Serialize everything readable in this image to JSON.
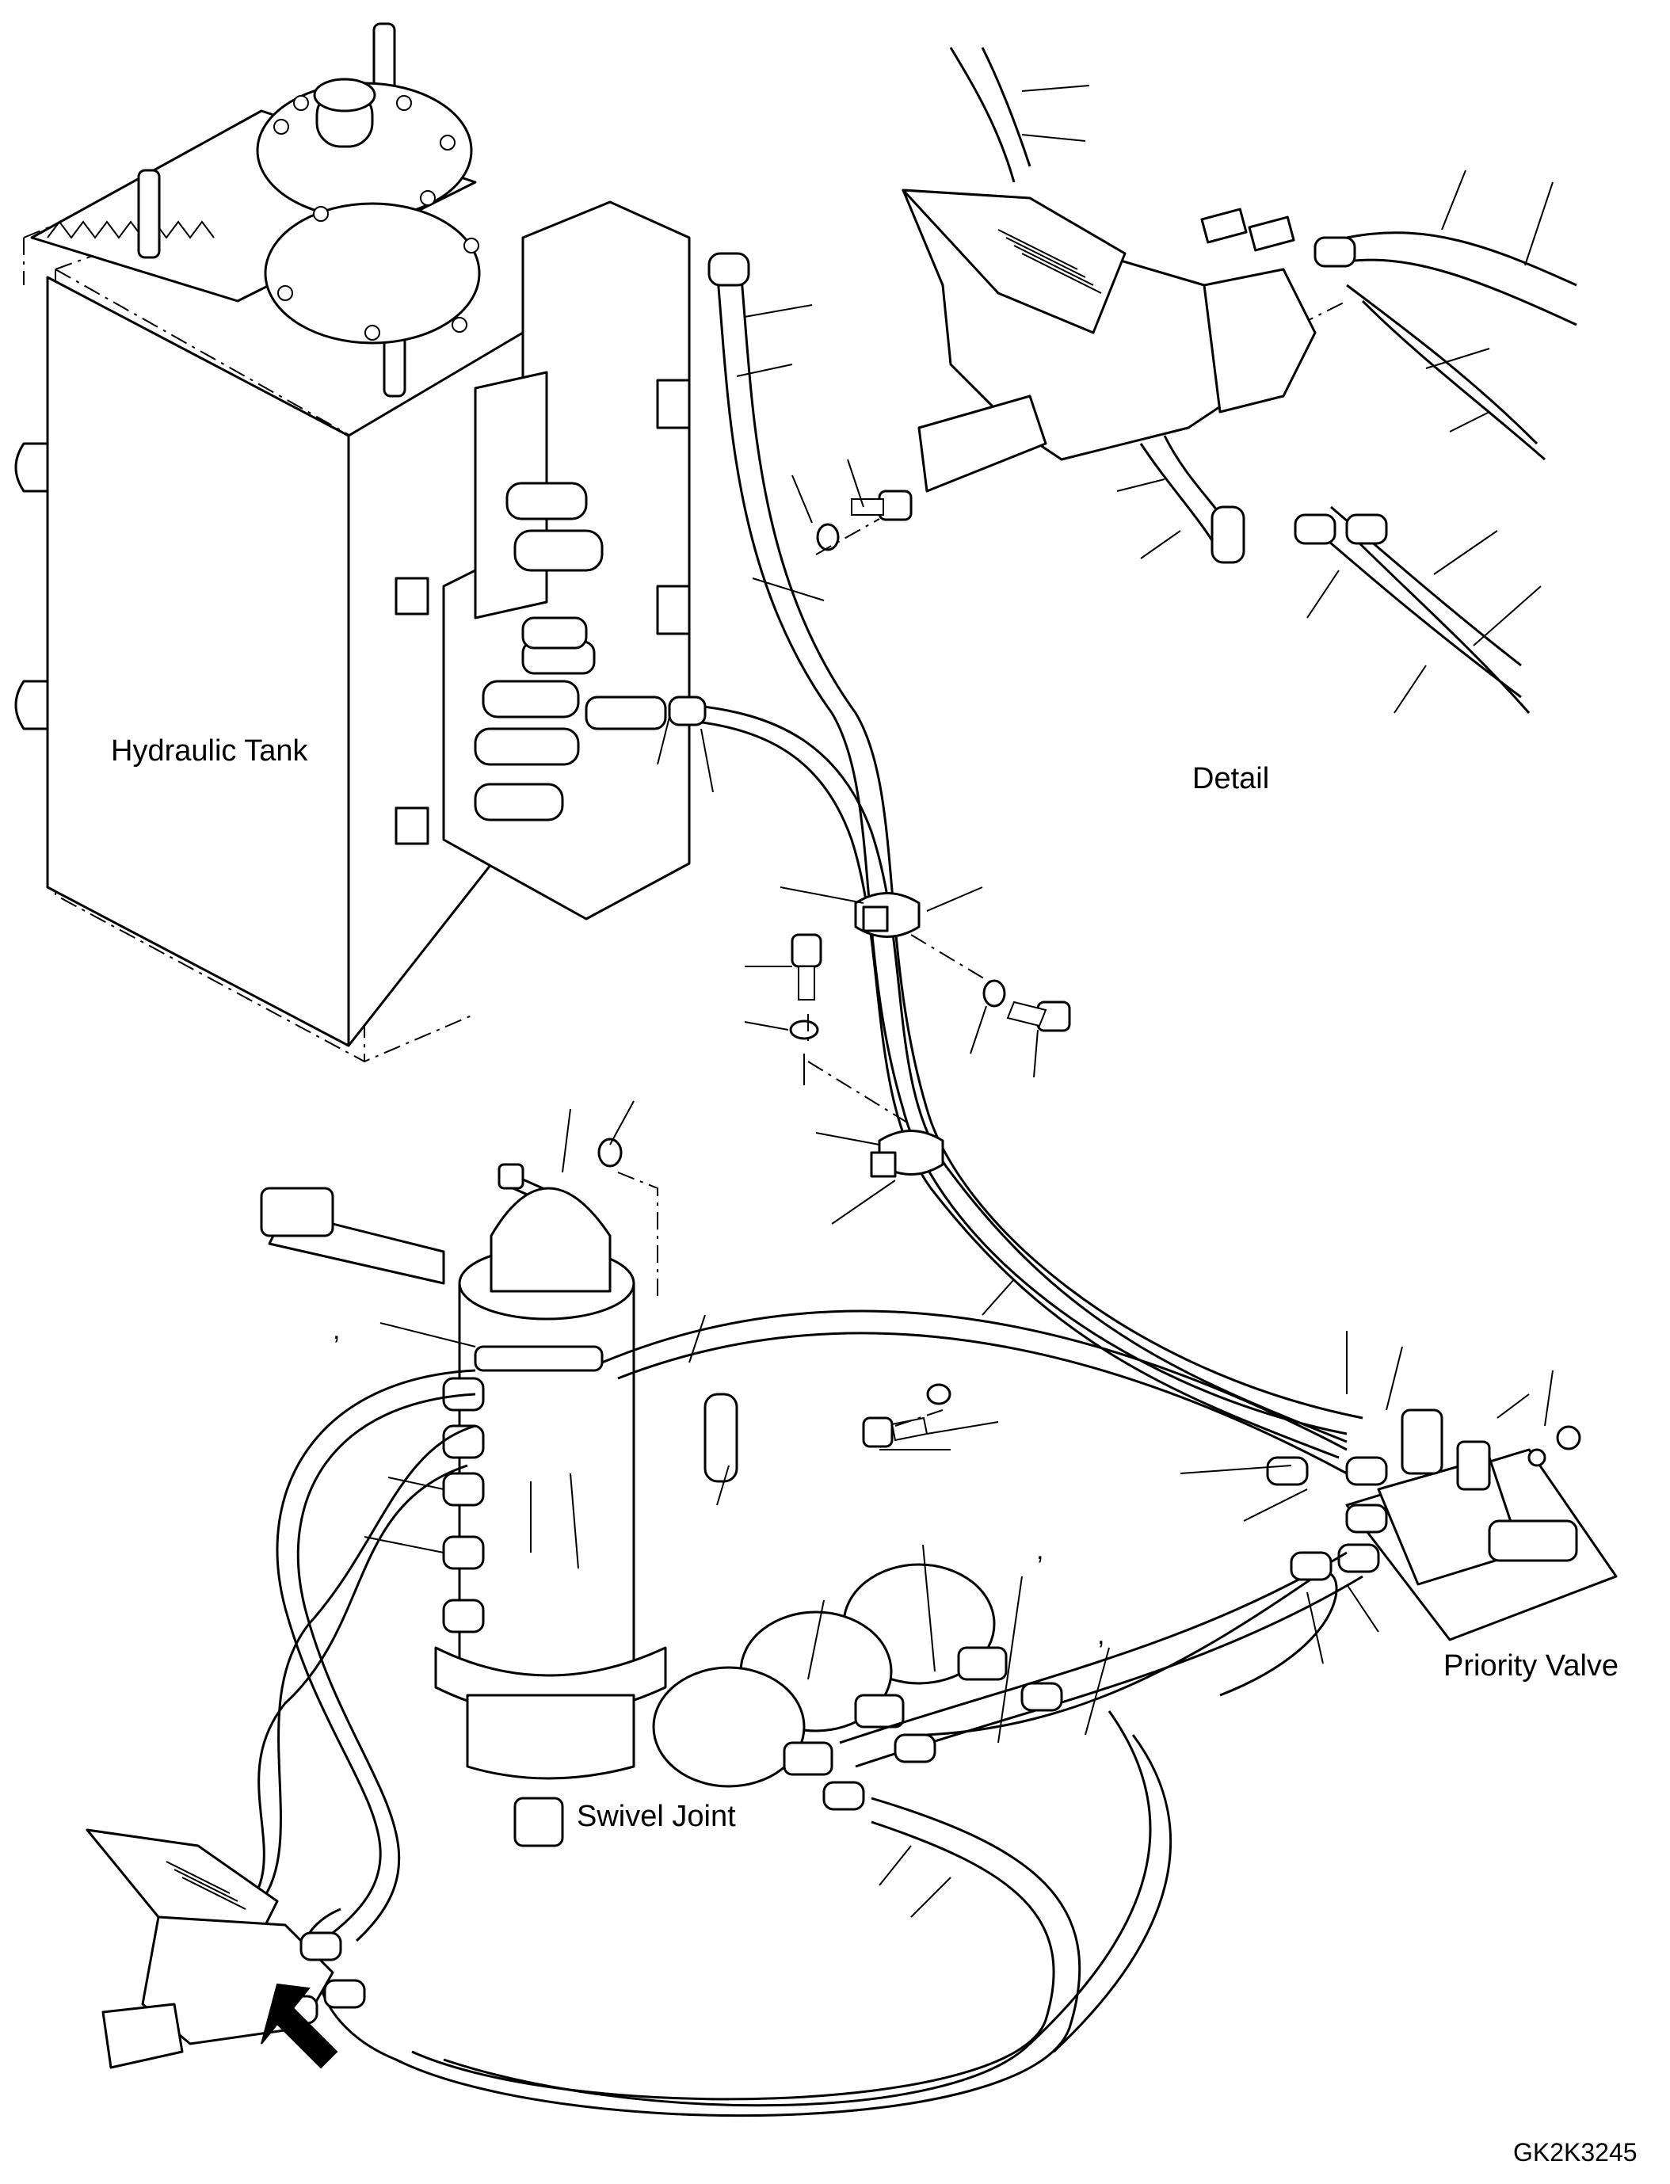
{
  "labels": {
    "hydraulic_tank": "Hydraulic Tank",
    "detail": "Detail",
    "swivel_joint": "Swivel Joint",
    "priority_valve": "Priority Valve",
    "drawing_code": "GK2K3245"
  },
  "marks": {
    "comma_1": ",",
    "comma_2": ",",
    "comma_3": ","
  },
  "icons": {
    "view_arrow": "view-direction-arrow-icon"
  }
}
